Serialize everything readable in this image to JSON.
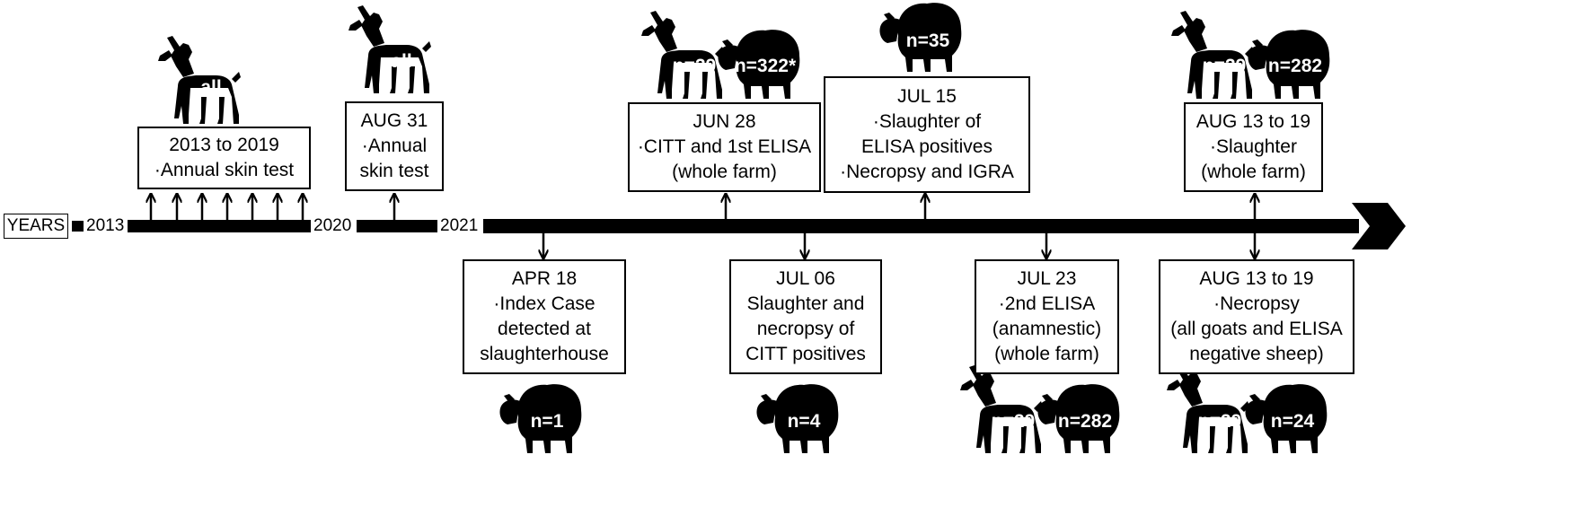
{
  "years_label": "YEARS",
  "year_labels": [
    "2013",
    "2020",
    "2021"
  ],
  "events": [
    {
      "date": "2013 to 2019",
      "lines": [
        "·Annual skin test"
      ]
    },
    {
      "date": "AUG 31",
      "lines": [
        "·Annual",
        "skin test"
      ]
    },
    {
      "date": "JUN 28",
      "lines": [
        "·CITT and 1st ELISA",
        "(whole farm)"
      ]
    },
    {
      "date": "JUL 15",
      "lines": [
        "·Slaughter of",
        "ELISA positives",
        "·Necropsy and IGRA"
      ]
    },
    {
      "date": "AUG 13 to 19",
      "lines": [
        "·Slaughter",
        "(whole farm)"
      ]
    },
    {
      "date": "APR 18",
      "lines": [
        "·Index Case",
        "detected at",
        "slaughterhouse"
      ]
    },
    {
      "date": "JUL 06",
      "lines": [
        "Slaughter and",
        "necropsy of",
        "CITT positives"
      ]
    },
    {
      "date": "JUL 23",
      "lines": [
        "·2nd ELISA",
        "(anamnestic)",
        "(whole farm)"
      ]
    },
    {
      "date": "AUG 13 to 19",
      "lines": [
        "·Necropsy",
        "(all goats and ELISA",
        "negative sheep)"
      ]
    }
  ],
  "animal_labels": [
    {
      "icon": "goat-icon",
      "label": "all"
    },
    {
      "icon": "goat-icon",
      "label": "all"
    },
    {
      "icon": "goat-icon",
      "label": "n=29"
    },
    {
      "icon": "sheep-icon",
      "label": "n=322*"
    },
    {
      "icon": "sheep-icon",
      "label": "n=35"
    },
    {
      "icon": "goat-icon",
      "label": "n=29"
    },
    {
      "icon": "sheep-icon",
      "label": "n=282"
    },
    {
      "icon": "sheep-icon",
      "label": "n=1"
    },
    {
      "icon": "sheep-icon",
      "label": "n=4"
    },
    {
      "icon": "goat-icon",
      "label": "n=29"
    },
    {
      "icon": "sheep-icon",
      "label": "n=282"
    },
    {
      "icon": "goat-icon",
      "label": "n=29"
    },
    {
      "icon": "sheep-icon",
      "label": "n=24"
    }
  ],
  "colors": {
    "ink": "#000000",
    "label_text": "#ffffff",
    "background": "#ffffff"
  }
}
